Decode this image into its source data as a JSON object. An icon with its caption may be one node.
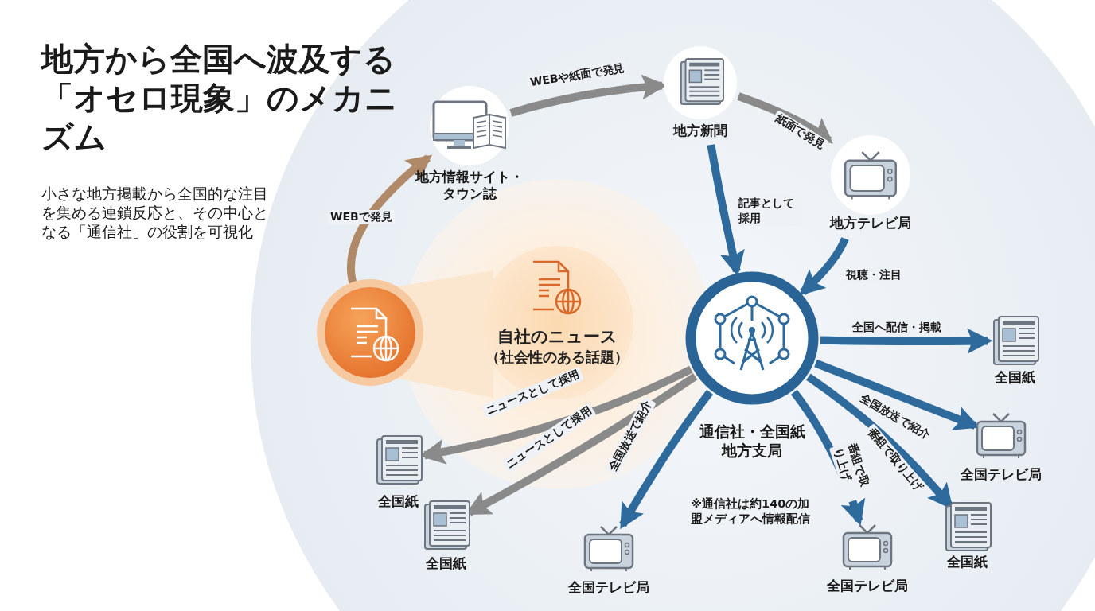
{
  "diagram": {
    "title": "地方から全国へ波及する「オセロ現象」のメカニズム",
    "caption": "小さな地方掲載から全国的な注目を集める連鎖反応と、その中心となる「通信社」の役割を可視化",
    "nodes": [
      {
        "text": [],
        "shape": "circle"
      },
      {
        "text": [
          "自社のニュース",
          "（社会性のある話題）"
        ]
      },
      {
        "text": [
          "地方情報サイト・タウン誌"
        ]
      },
      {
        "text": [
          "地方新聞"
        ]
      },
      {
        "text": [
          "地方テレビ局"
        ]
      },
      {
        "text": [
          "通信社・全国紙地方支局"
        ]
      },
      {
        "text": [
          "全国紙"
        ]
      },
      {
        "text": [
          "全国テレビ局"
        ]
      },
      {
        "text": [
          "全国紙"
        ]
      },
      {
        "text": [
          "全国テレビ局"
        ]
      },
      {
        "text": [
          "全国テレビ局"
        ]
      },
      {
        "text": [
          "全国紙"
        ]
      },
      {
        "text": [
          "全国紙"
        ]
      }
    ],
    "edges": [
      {
        "from": 0,
        "to": 2,
        "arrow": "to",
        "label": "WEBで発見",
        "color": "#b08a68"
      },
      {
        "from": 2,
        "to": 3,
        "arrow": "to",
        "label": "WEBや紙面で発見",
        "color": "#8a8a8a"
      },
      {
        "from": 3,
        "to": 4,
        "arrow": "to",
        "label": "紙面で発見",
        "color": "#8a8a8a"
      },
      {
        "from": 3,
        "to": 5,
        "arrow": "to",
        "label": "記事として採用"
      },
      {
        "from": 4,
        "to": 5,
        "arrow": "to",
        "label": "視聴・注目"
      },
      {
        "from": 5,
        "to": 6,
        "arrow": "to",
        "label": "全国へ配信・掲載"
      },
      {
        "from": 5,
        "to": 7,
        "arrow": "to",
        "label": "全国放送で紹介"
      },
      {
        "from": 5,
        "to": 8,
        "arrow": "to",
        "label": "番組で取り上げ"
      },
      {
        "from": 5,
        "to": 9,
        "arrow": "to",
        "label": "番組で取り上げ"
      },
      {
        "from": 5,
        "to": 10,
        "arrow": "to",
        "label": "全国放送で紹介"
      },
      {
        "from": 5,
        "to": 11,
        "arrow": "to",
        "label": "ニュースとして採用",
        "color": "#8a8a8a"
      },
      {
        "from": 5,
        "to": 12,
        "arrow": "to",
        "label": "ニュースとして採用",
        "color": "#8a8a8a"
      }
    ],
    "labels": [
      "※通信社は約140の加盟メディアへ情報配信"
    ]
  }
}
